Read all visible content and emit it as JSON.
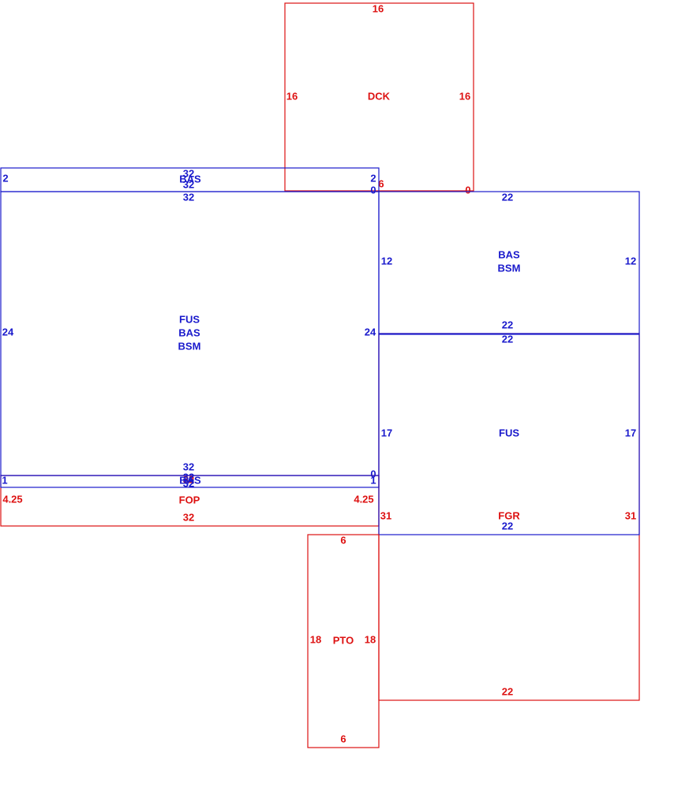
{
  "colors": {
    "blue": "#1a1acc",
    "red": "#dd1111",
    "background": "#ffffff"
  },
  "areas": [
    {
      "id": "dck",
      "color": "red",
      "labels": [
        "DCK"
      ],
      "dims": {
        "top": "16",
        "left": "16",
        "right": "16",
        "bottom_left": "6",
        "bottom_right": "0"
      }
    },
    {
      "id": "bas-strip-top",
      "color": "blue",
      "labels": [
        "BAS"
      ],
      "dims": {
        "top": "32",
        "bottom": "32",
        "left": "2",
        "right": "2",
        "right_zero": "0"
      }
    },
    {
      "id": "main-fus",
      "color": "blue",
      "labels": [
        "FUS",
        "BAS",
        "BSM"
      ],
      "dims": {
        "top": "32",
        "bottom": "32",
        "left": "24",
        "right": "24",
        "right_zero": "0"
      }
    },
    {
      "id": "bas-strip-bottom",
      "color": "blue",
      "labels": [
        "BAS"
      ],
      "dims": {
        "top": "32",
        "bottom": "32",
        "left": "1",
        "right": "1"
      }
    },
    {
      "id": "fop",
      "color": "red",
      "labels": [
        "FOP"
      ],
      "dims": {
        "top": "32",
        "bottom": "32",
        "left": "4.25",
        "right": "4.25"
      }
    },
    {
      "id": "right-bas",
      "color": "blue",
      "labels": [
        "BAS",
        "BSM"
      ],
      "dims": {
        "top": "22",
        "bottom": "22",
        "left": "12",
        "right": "12"
      }
    },
    {
      "id": "right-fus",
      "color": "blue",
      "labels": [
        "FUS"
      ],
      "dims": {
        "top": "22",
        "bottom": "22",
        "left": "17",
        "right": "17"
      }
    },
    {
      "id": "fgr",
      "color": "red",
      "labels": [
        "FGR"
      ],
      "dims": {
        "bottom": "22",
        "left": "31",
        "right": "31"
      }
    },
    {
      "id": "pto",
      "color": "red",
      "labels": [
        "PTO"
      ],
      "dims": {
        "top": "6",
        "bottom": "6",
        "left": "18",
        "right": "18"
      }
    }
  ]
}
